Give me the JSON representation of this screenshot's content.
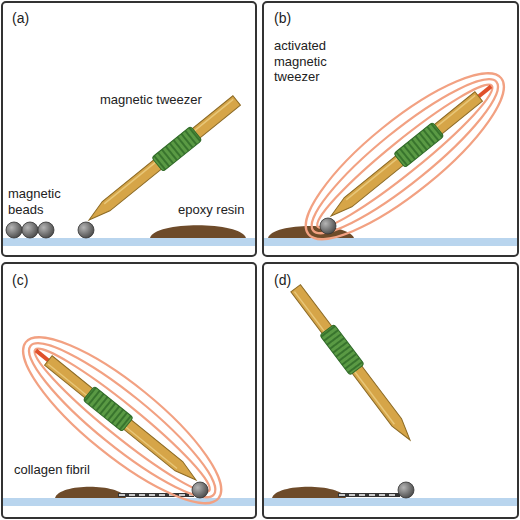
{
  "diagram": {
    "labels": [
      "(a)",
      "magnetic tweezer",
      "magnetic beads",
      "epoxy resin",
      "(b)",
      "activated magnetic tweezer",
      "(c)",
      "collagen fibril",
      "(d)"
    ]
  }
}
